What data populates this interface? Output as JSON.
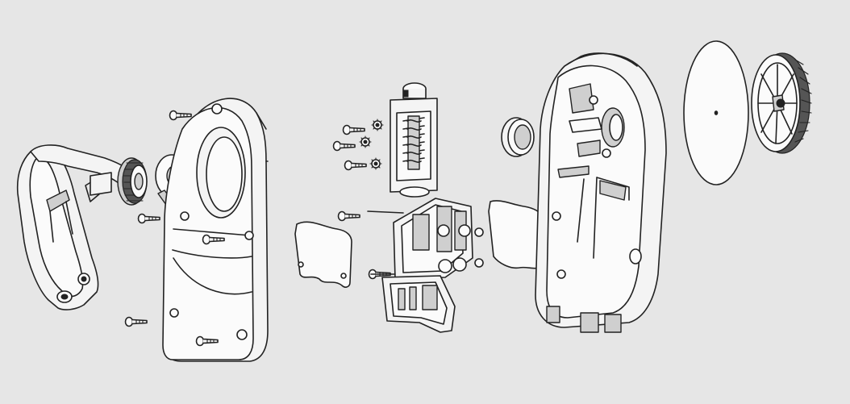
{
  "diagram": {
    "kind": "exploded-assembly-line-drawing",
    "background_color": "#e6e6e6",
    "line_color": "#222222",
    "parts": [
      {
        "id": "handle-bracket",
        "icon": "handle-bracket-icon"
      },
      {
        "id": "gear-knob",
        "icon": "gear-icon"
      },
      {
        "id": "cam-washer",
        "icon": "washer-icon"
      },
      {
        "id": "front-cover-plate",
        "icon": "cover-plate-icon"
      },
      {
        "id": "front-screws",
        "icon": "screw-icon"
      },
      {
        "id": "left-gasket",
        "icon": "gasket-icon"
      },
      {
        "id": "spring-cartridge",
        "icon": "spring-icon"
      },
      {
        "id": "mid-screws-and-washers",
        "icon": "screw-icon"
      },
      {
        "id": "core-mechanism",
        "icon": "mechanism-icon"
      },
      {
        "id": "bushing-ring",
        "icon": "ring-icon"
      },
      {
        "id": "right-gasket",
        "icon": "gasket-icon"
      },
      {
        "id": "rear-housing",
        "icon": "housing-icon"
      },
      {
        "id": "flat-disc",
        "icon": "disc-icon"
      },
      {
        "id": "spoked-pulley",
        "icon": "pulley-icon"
      }
    ]
  }
}
